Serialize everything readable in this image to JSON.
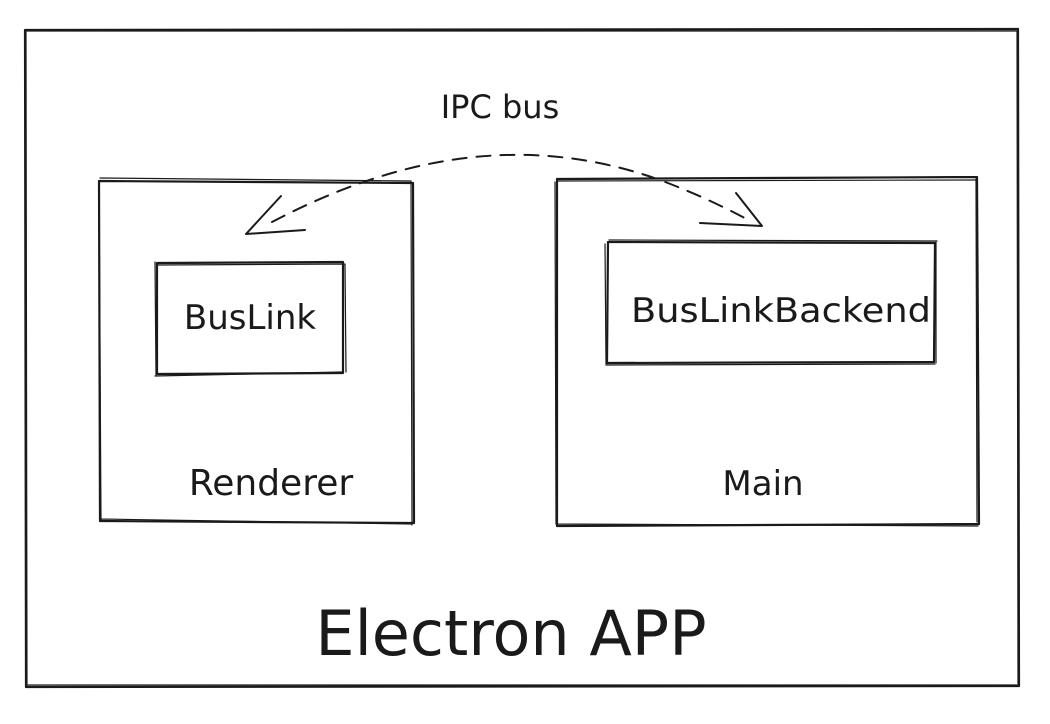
{
  "diagram": {
    "app_label": "Electron APP",
    "bus_label": "IPC bus",
    "renderer": {
      "label": "Renderer",
      "inner_label": "BusLink"
    },
    "main": {
      "label": "Main",
      "inner_label": "BusLinkBackend"
    },
    "colors": {
      "ink": "#1a1a1a",
      "background": "#ffffff"
    }
  }
}
